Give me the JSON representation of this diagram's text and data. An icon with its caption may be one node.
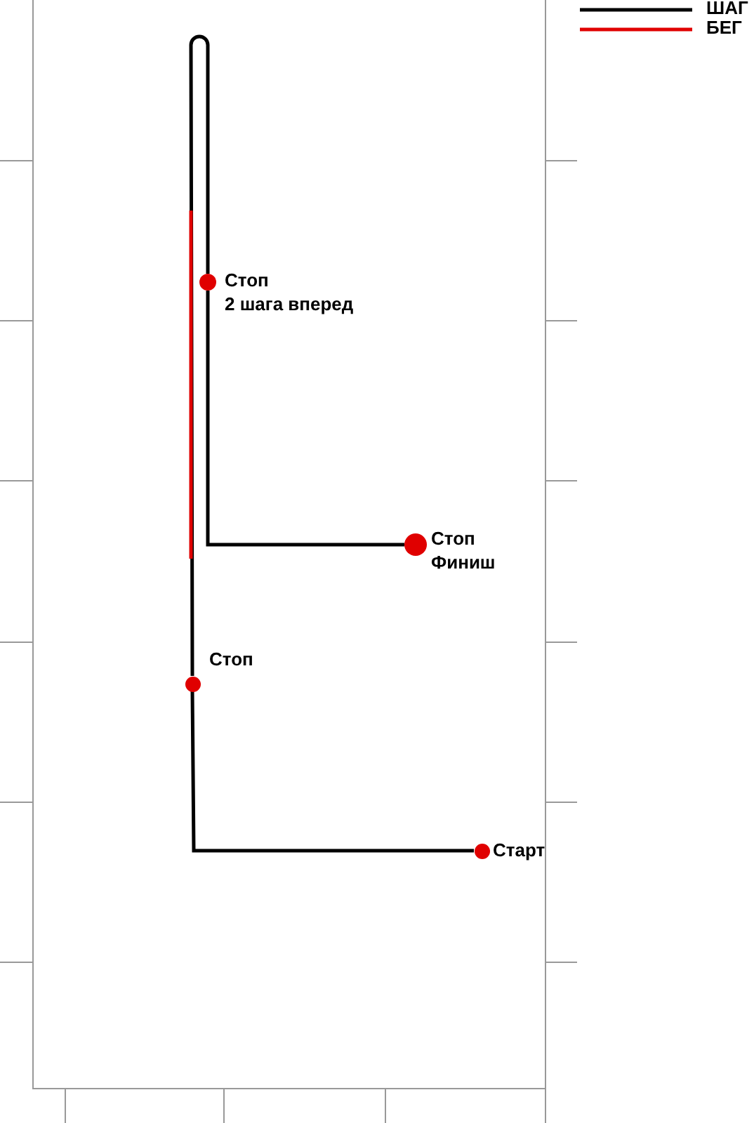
{
  "diagram": {
    "nodes": [
      {
        "text": [],
        "shape": "circle",
        "beside": [
          "Стоп",
          "2 шага вперед"
        ]
      },
      {
        "text": [],
        "shape": "circle",
        "beside": [
          "Стоп",
          "Финиш"
        ]
      },
      {
        "text": [],
        "shape": "circle",
        "beside": [
          "Стоп"
        ]
      },
      {
        "text": [],
        "shape": "circle",
        "beside": [
          "Старт"
        ]
      }
    ],
    "edges": [
      {
        "from": 3,
        "to": 2,
        "arrow": "none"
      },
      {
        "from": 2,
        "to": 0,
        "arrow": "none"
      },
      {
        "from": 0,
        "to": 1,
        "arrow": "none"
      }
    ],
    "legend": [
      {
        "text": "ШАГ"
      },
      {
        "text": "БЕГ"
      }
    ]
  }
}
